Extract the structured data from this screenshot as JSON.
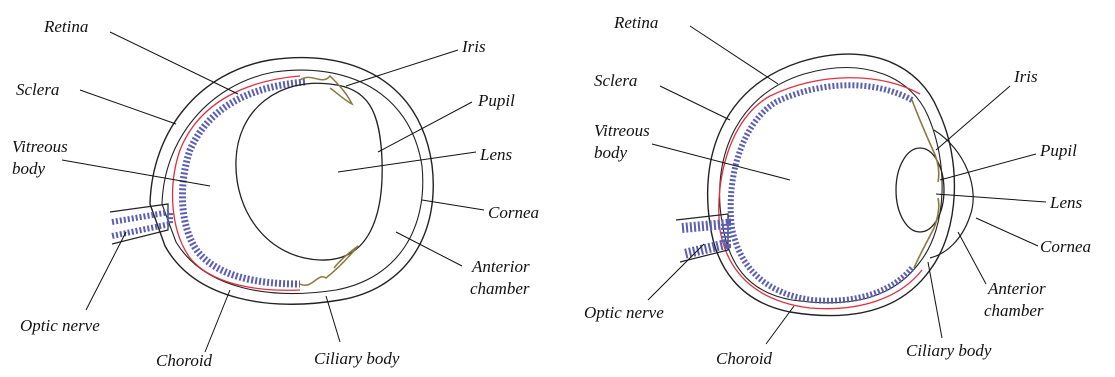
{
  "left_diagram": {
    "labels": {
      "retina": "Retina",
      "sclera": "Sclera",
      "vitreous_line1": "Vitreous",
      "vitreous_line2": "body",
      "optic_nerve": "Optic nerve",
      "choroid": "Choroid",
      "ciliary_body": "Ciliary body",
      "iris": "Iris",
      "pupil": "Pupil",
      "lens": "Lens",
      "cornea": "Cornea",
      "anterior_line1": "Anterior",
      "anterior_line2": "chamber"
    }
  },
  "right_diagram": {
    "labels": {
      "retina": "Retina",
      "sclera": "Sclera",
      "vitreous_line1": "Vitreous",
      "vitreous_line2": "body",
      "optic_nerve": "Optic nerve",
      "choroid": "Choroid",
      "ciliary_body": "Ciliary body",
      "iris": "Iris",
      "pupil": "Pupil",
      "lens": "Lens",
      "cornea": "Cornea",
      "anterior_line1": "Anterior",
      "anterior_line2": "chamber"
    }
  },
  "colors": {
    "outline": "#222222",
    "retina": "#5b5fb4",
    "choroid": "#e03040",
    "iris_ciliary": "#8a7a40",
    "background": "#ffffff"
  }
}
